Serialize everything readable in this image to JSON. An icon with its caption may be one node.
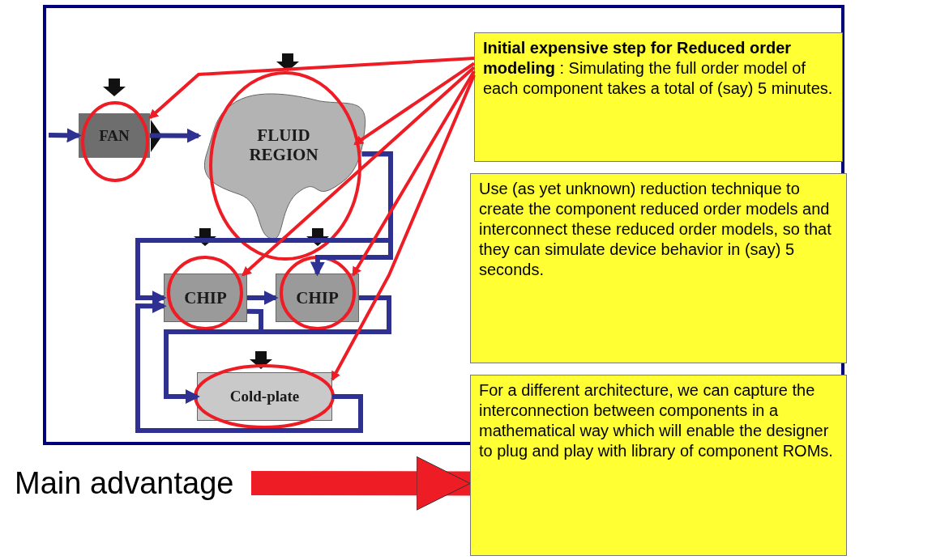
{
  "diagram": {
    "nodes": [
      {
        "text": [
          "FAN"
        ]
      },
      {
        "text": [
          "FLUID REGION"
        ]
      },
      {
        "text": [
          "CHIP"
        ]
      },
      {
        "text": [
          "CHIP"
        ]
      },
      {
        "text": [
          "Cold-plate"
        ]
      },
      {
        "text": [
          "**Initial expensive step for Reduced order modeling** : Simulating the full order model of each component takes a total of (say) 5 minutes."
        ]
      },
      {
        "text": [
          "Use (as yet unknown) reduction technique to create the component reduced order models and interconnect these reduced order models, so that they can simulate device behavior in (say) 5 seconds."
        ]
      },
      {
        "text": [
          "For a different architecture, we can capture the interconnection between components in a mathematical way which will enable the designer to plug and play with library of component ROMs."
        ]
      },
      {
        "text": [
          "Main advantage"
        ]
      }
    ],
    "edges": [
      {
        "from": null,
        "to": 0,
        "arrow": "to"
      },
      {
        "from": 0,
        "to": 1,
        "arrow": "to"
      },
      {
        "from": 1,
        "to": 2,
        "arrow": "to"
      },
      {
        "from": 1,
        "to": 3,
        "arrow": "to"
      },
      {
        "from": 2,
        "to": 3,
        "arrow": "to"
      },
      {
        "from": 2,
        "to": 4,
        "arrow": "to"
      },
      {
        "from": 3,
        "to": 4,
        "arrow": "to"
      },
      {
        "from": 4,
        "to": 2,
        "arrow": "to"
      },
      {
        "from": 5,
        "to": 0,
        "arrow": "to",
        "color": "#ee1c24"
      },
      {
        "from": 5,
        "to": 1,
        "arrow": "to",
        "color": "#ee1c24"
      },
      {
        "from": 5,
        "to": 2,
        "arrow": "to",
        "color": "#ee1c24"
      },
      {
        "from": 5,
        "to": 3,
        "arrow": "to",
        "color": "#ee1c24"
      },
      {
        "from": 5,
        "to": 4,
        "arrow": "to",
        "color": "#ee1c24"
      },
      {
        "from": 8,
        "to": 7,
        "arrow": "to",
        "style": "thick",
        "color": "#ee1c24"
      }
    ]
  }
}
